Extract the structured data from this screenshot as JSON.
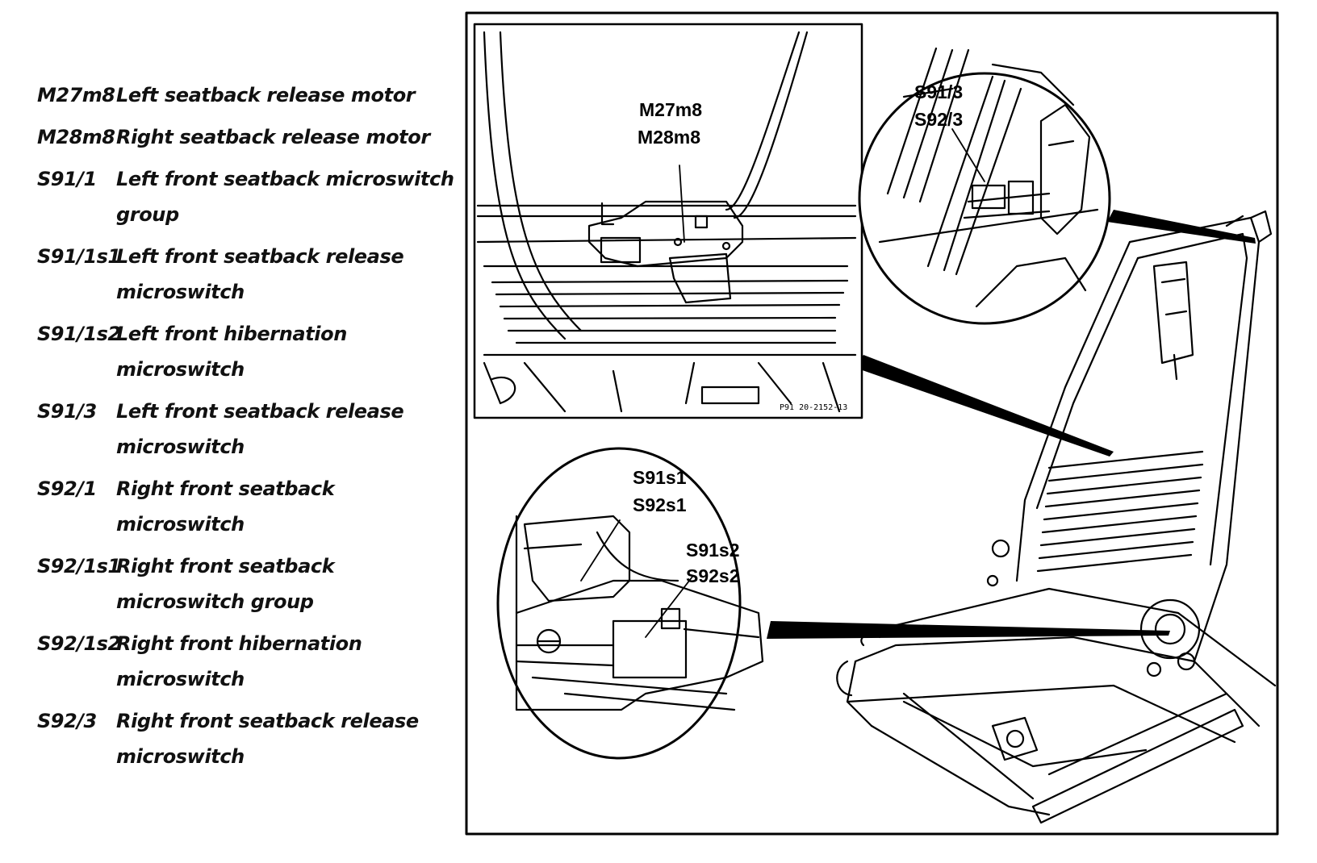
{
  "legend": [
    {
      "code": "M27m8",
      "desc": "Left seatback release motor"
    },
    {
      "code": "M28m8",
      "desc": "Right seatback release motor"
    },
    {
      "code": "S91/1",
      "desc": "Left front seatback microswitch group"
    },
    {
      "code": "S91/1s1",
      "desc": "Left front seatback release microswitch"
    },
    {
      "code": "S91/1s2",
      "desc": "Left front hibernation microswitch"
    },
    {
      "code": "S91/3",
      "desc": "Left front seatback release microswitch"
    },
    {
      "code": "S92/1",
      "desc": "Right front seatback microswitch"
    },
    {
      "code": "S92/1s1",
      "desc": "Right front seatback microswitch group"
    },
    {
      "code": "S92/1s2",
      "desc": "Right front hibernation microswitch"
    },
    {
      "code": "S92/3",
      "desc": "Right front seatback release microswitch"
    }
  ],
  "callouts": {
    "motor_a": "M27m8",
    "motor_b": "M28m8",
    "release_a": "S91/3",
    "release_b": "S92/3",
    "switch_a1": "S91s1",
    "switch_b1": "S92s1",
    "switch_a2": "S91s2",
    "switch_b2": "S92s2"
  },
  "figure_id": "P91 20-2152-13",
  "colors": {
    "ink": "#000000",
    "paper": "#ffffff"
  }
}
